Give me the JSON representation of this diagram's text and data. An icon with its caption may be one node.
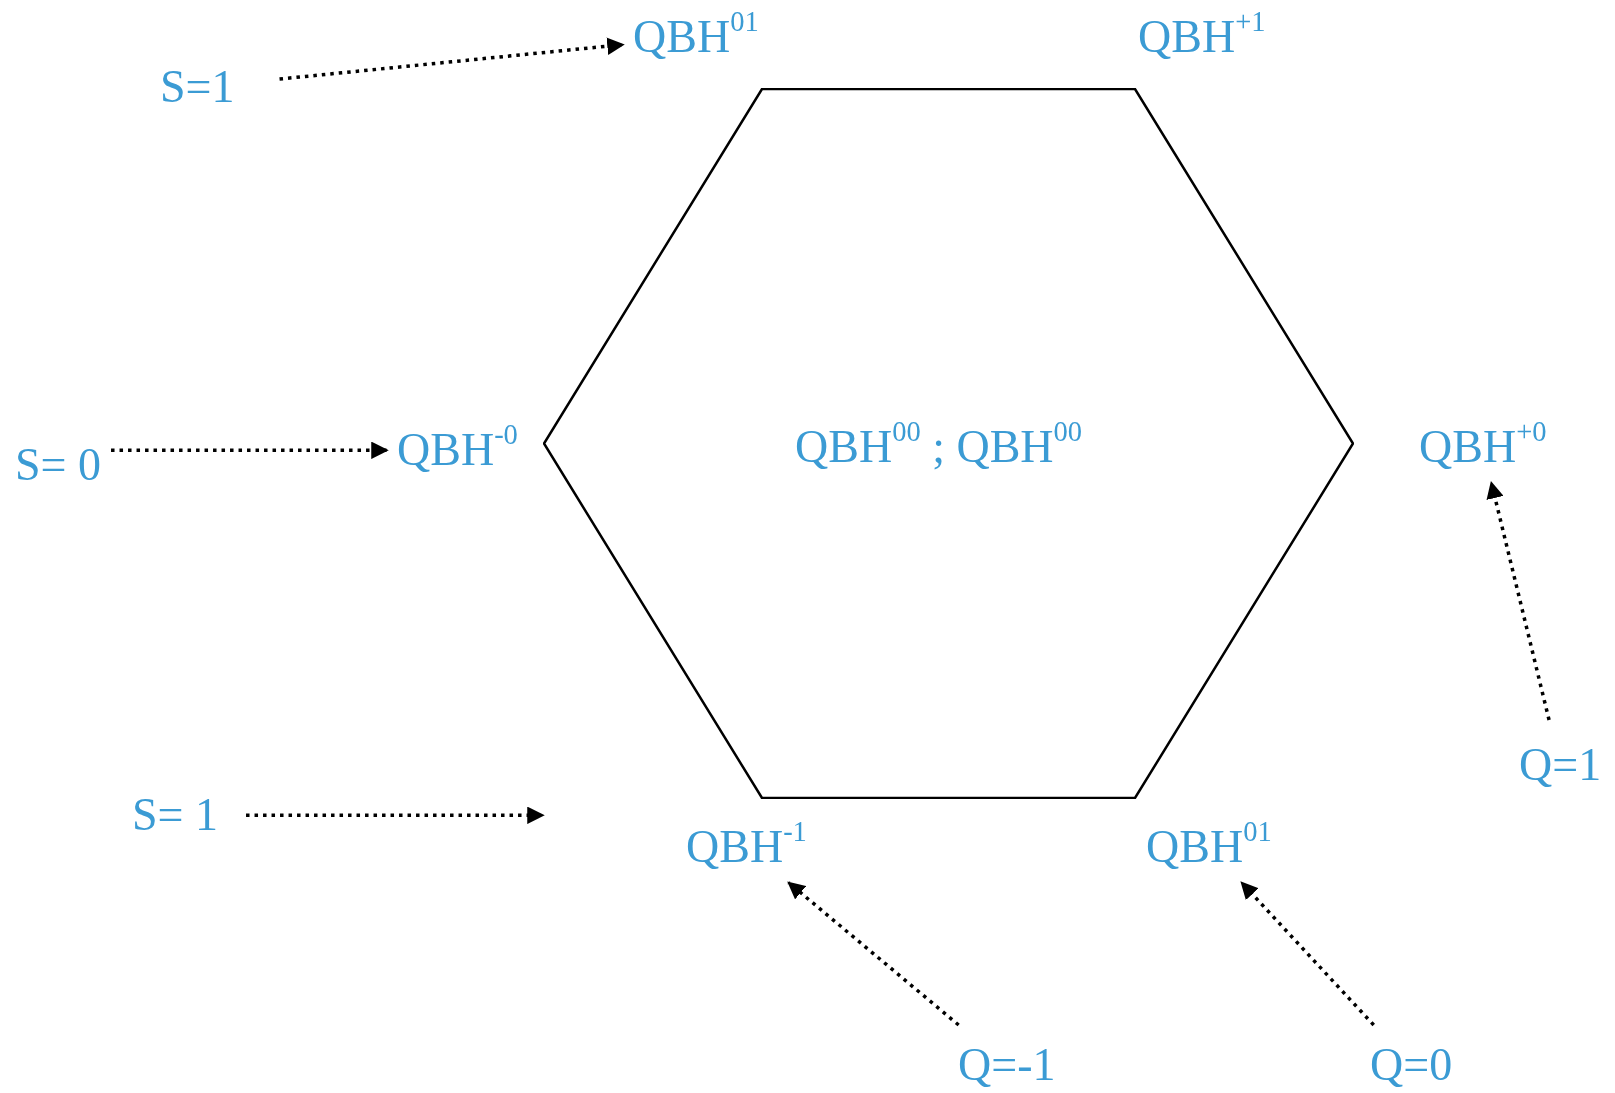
{
  "diagram": {
    "nodes": [
      {
        "text": [
          "QBH$^{00}$ ; QBH$^{00}$"
        ]
      },
      {
        "text": [
          "QBH$^{01}$"
        ]
      },
      {
        "text": [
          "QBH$^{+1}$"
        ]
      },
      {
        "text": [
          "QBH$^{-0}$"
        ]
      },
      {
        "text": [
          "QBH$^{+0}$"
        ]
      },
      {
        "text": [
          "QBH$^{-1}$"
        ]
      },
      {
        "text": [
          "QBH$^{01}$"
        ]
      },
      {
        "text": [
          "S=1"
        ]
      },
      {
        "text": [
          "S= 0"
        ]
      },
      {
        "text": [
          "S= 1"
        ]
      },
      {
        "text": [
          "Q=1"
        ]
      },
      {
        "text": [
          "Q=-1"
        ]
      },
      {
        "text": [
          "Q=0"
        ]
      }
    ],
    "edges": [
      {
        "from": 7,
        "to": 1,
        "arrow": "to",
        "style": "dashed"
      },
      {
        "from": 8,
        "to": 3,
        "arrow": "to",
        "style": "dashed"
      },
      {
        "from": 9,
        "to": null,
        "arrow": "to",
        "style": "dashed"
      },
      {
        "from": 10,
        "to": 4,
        "arrow": "to",
        "style": "dashed"
      },
      {
        "from": 11,
        "to": 5,
        "arrow": "to",
        "style": "dashed"
      },
      {
        "from": 12,
        "to": 6,
        "arrow": "to",
        "style": "dashed"
      }
    ]
  }
}
